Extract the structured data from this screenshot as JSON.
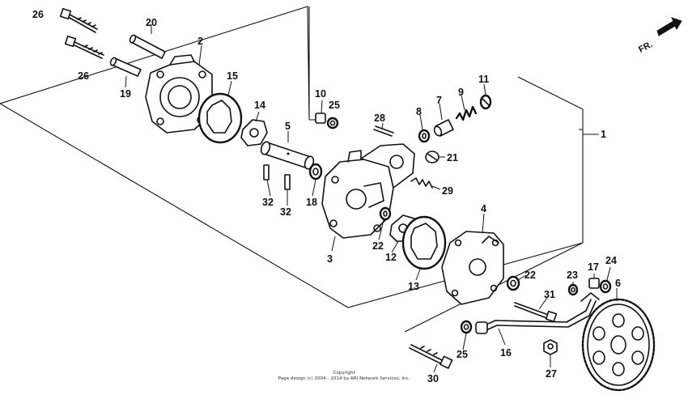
{
  "direction_label": "FR.",
  "copyright": {
    "line1": "Copyright",
    "line2": "Page design (c) 2004 - 2014 by ARI Network Services, Inc."
  },
  "callouts": [
    "26",
    "20",
    "2",
    "26",
    "19",
    "15",
    "14",
    "5",
    "10",
    "25",
    "28",
    "8",
    "7",
    "9",
    "11",
    "1",
    "21",
    "29",
    "32",
    "32",
    "18",
    "22",
    "3",
    "12",
    "4",
    "13",
    "22",
    "23",
    "17",
    "24",
    "6",
    "31",
    "25",
    "16",
    "30",
    "27"
  ]
}
